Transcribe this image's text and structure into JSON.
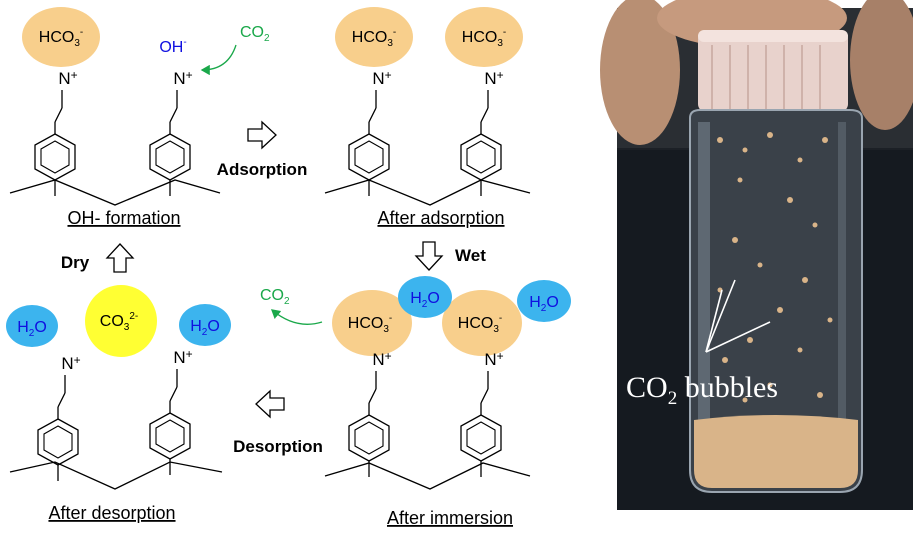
{
  "states": {
    "oh_formation": "OH- formation",
    "after_adsorption": "After adsorption",
    "after_immersion": "After immersion",
    "after_desorption": "After desorption"
  },
  "steps": {
    "adsorption": "Adsorption",
    "wet": "Wet",
    "desorption": "Desorption",
    "dry": "Dry"
  },
  "species": {
    "bicarbonate": "HCO3-",
    "carbonate": "CO32-",
    "hydroxide": "OH-",
    "water": "H2O",
    "co2": "CO2",
    "ammonium": "N+"
  },
  "photo": {
    "label": "CO2 bubbles"
  },
  "colors": {
    "bicarbonate": "#f8cf8c",
    "carbonate": "#ffff33",
    "water": "#3cb4ee",
    "co2_text": "#1aa84a",
    "hydroxide_text": "#1010e0"
  }
}
